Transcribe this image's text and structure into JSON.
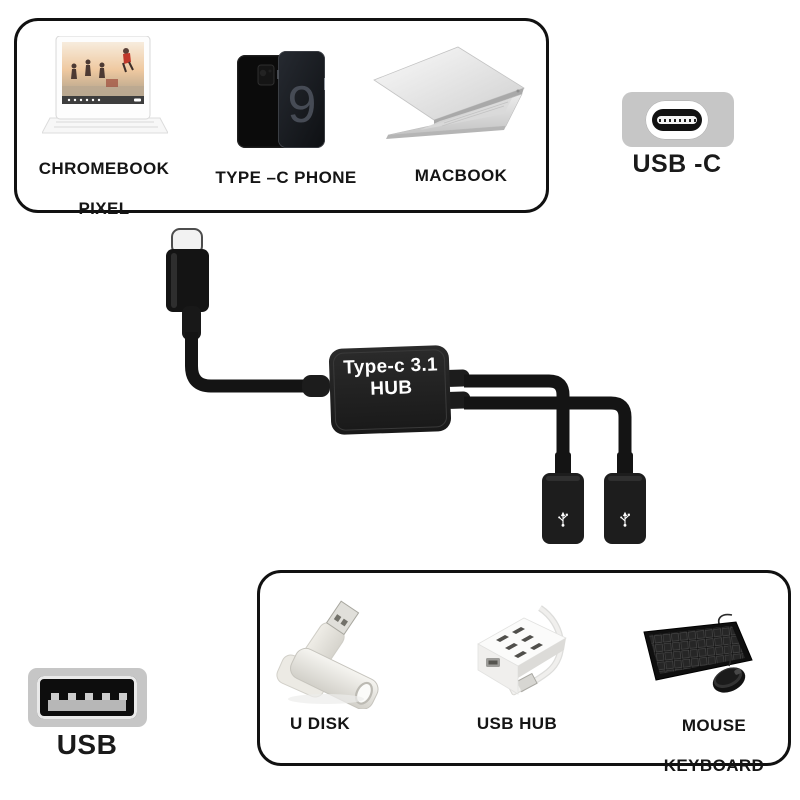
{
  "top": {
    "box_items": [
      {
        "name": "chromebook-pixel",
        "line1": "CHROMEBOOK",
        "line2": "PIXEL"
      },
      {
        "name": "type-c-phone",
        "label": "TYPE –C PHONE",
        "screen_text": "9"
      },
      {
        "name": "macbook",
        "label": "MACBOOK"
      }
    ],
    "usb_c": {
      "label": "USB -C"
    }
  },
  "hub": {
    "line1": "Type-c 3.1",
    "line2": "HUB"
  },
  "bottom": {
    "usb_a": {
      "label": "USB"
    },
    "box_items": [
      {
        "name": "u-disk",
        "label": "U DISK"
      },
      {
        "name": "usb-hub",
        "label": "USB HUB"
      },
      {
        "name": "mouse-keyboard",
        "line1": "MOUSE",
        "line2": "KEYBOARD"
      }
    ]
  },
  "colors": {
    "background": "#ffffff",
    "box_border": "#111111",
    "port_icon_gray": "#c6c6c6",
    "cable_black": "#161616",
    "hub_body": "#212121",
    "hub_text": "#ffffff",
    "label_text": "#151515"
  }
}
